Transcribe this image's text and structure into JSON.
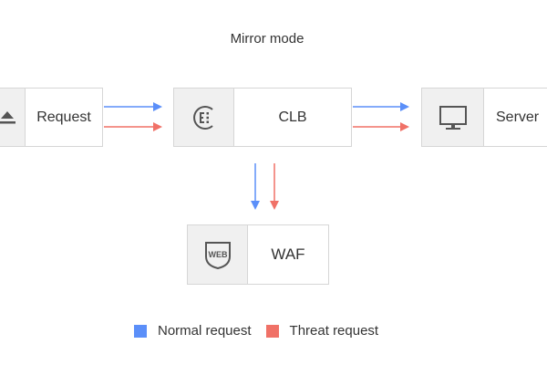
{
  "title": "Mirror mode",
  "nodes": {
    "request": {
      "label": "Request",
      "icon": "upload-icon"
    },
    "clb": {
      "label": "CLB",
      "icon": "clb-icon"
    },
    "server": {
      "label": "Server",
      "icon": "monitor-icon"
    },
    "waf": {
      "label": "WAF",
      "icon": "web-shield-icon"
    }
  },
  "legend": [
    {
      "label": "Normal request",
      "color": "#5b8ff9"
    },
    {
      "label": "Threat request",
      "color": "#f07167"
    }
  ],
  "colors": {
    "normal": "#5b8ff9",
    "threat": "#f07167"
  }
}
